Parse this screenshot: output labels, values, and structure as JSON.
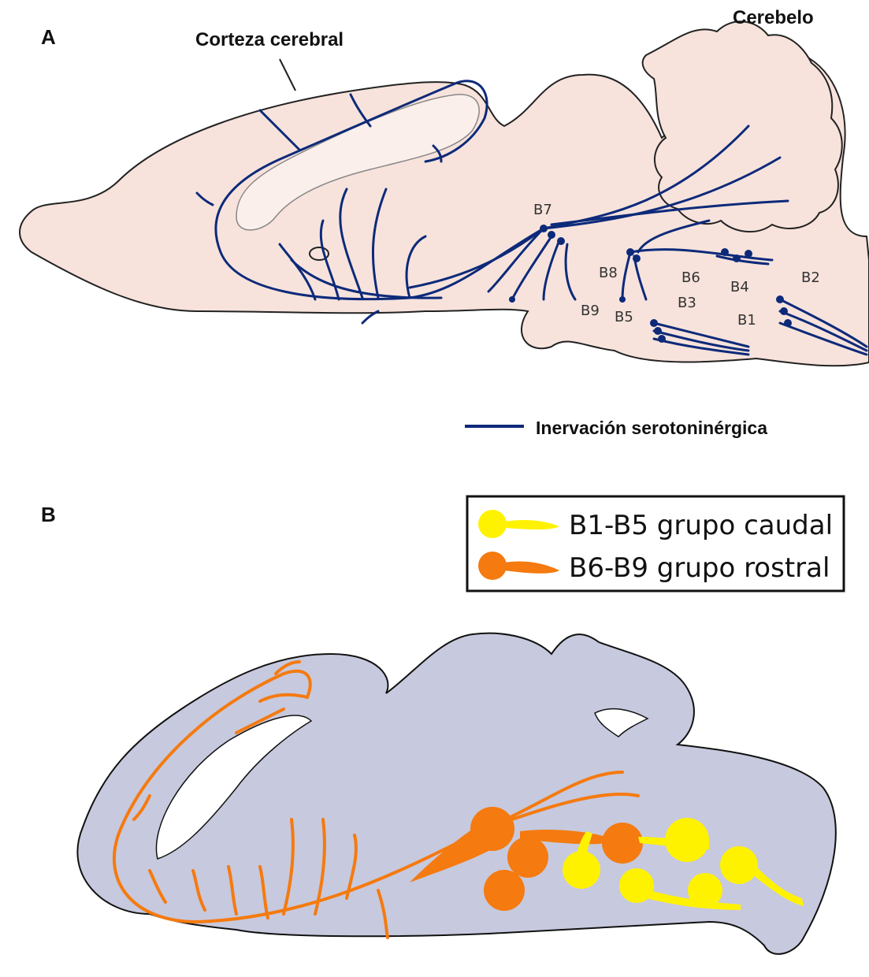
{
  "panel_a": {
    "letter": "A",
    "cortex_label": "Corteza cerebral",
    "cerebellum_label": "Cerebelo",
    "legend_label": "Inervación serotoninérgica",
    "nuclei": {
      "b1": "B1",
      "b2": "B2",
      "b3": "B3",
      "b4": "B4",
      "b5": "B5",
      "b6": "B6",
      "b7": "B7",
      "b8": "B8",
      "b9": "B9"
    },
    "colors": {
      "tissue": "#f7e3dc",
      "fibers": "#0d2a7a",
      "outline": "#222222"
    }
  },
  "panel_b": {
    "letter": "B",
    "legend": [
      {
        "label": "B1-B5 grupo caudal",
        "color": "#fff200"
      },
      {
        "label": "B6-B9 grupo rostral",
        "color": "#f57a0f"
      }
    ],
    "colors": {
      "tissue": "#c7c9de",
      "outline": "#111111"
    }
  }
}
